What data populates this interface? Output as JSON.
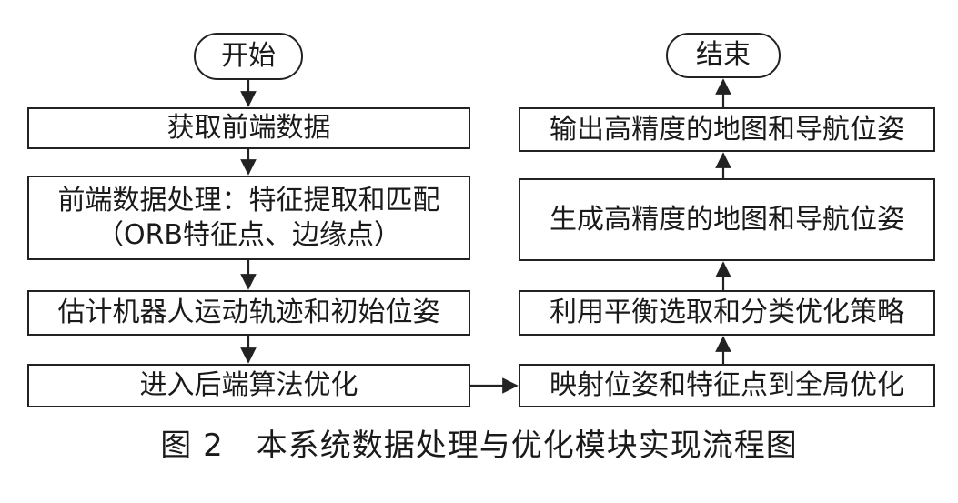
{
  "diagram": {
    "left_column": {
      "start": "开始",
      "step1": "获取前端数据",
      "step2_line1": "前端数据处理：特征提取和匹配",
      "step2_line2": "（ORB特征点、边缘点）",
      "step3": "估计机器人运动轨迹和初始位姿",
      "step4": "进入后端算法优化"
    },
    "right_column": {
      "step5": "映射位姿和特征点到全局优化",
      "step6": "利用平衡选取和分类优化策略",
      "step7": "生成高精度的地图和导航位姿",
      "step8": "输出高精度的地图和导航位姿",
      "end": "结束"
    }
  },
  "caption": {
    "figure_number": "图 2",
    "title": "本系统数据处理与优化模块实现流程图"
  }
}
